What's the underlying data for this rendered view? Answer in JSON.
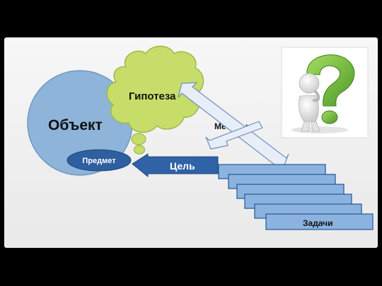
{
  "colors": {
    "page_bg": "#000000",
    "slide_bg": "#f2f2f2",
    "object_fill": "#8fb4d9",
    "object_stroke": "#6f97c2",
    "subject_fill": "#2e5fa0",
    "hypothesis_fill": "#c7dd6a",
    "hypothesis_stroke": "#9fb84a",
    "goal_fill": "#2f62a6",
    "step_fill": "#8cb3df",
    "step_stroke": "#2d5f9e",
    "arrow_fill": "#e8eef8",
    "arrow_stroke": "#6d8fbf",
    "question_green": "#7cc242",
    "figure_white": "#eeeeee"
  },
  "diagram": {
    "object_label": "Объект",
    "subject_label": "Предмет",
    "hypothesis_label": "Гипотеза",
    "methods_label": "Методы",
    "goal_label": "Цель",
    "tasks_label": "Задачи"
  },
  "illustration": {
    "icon": "question-mark-person-icon"
  }
}
